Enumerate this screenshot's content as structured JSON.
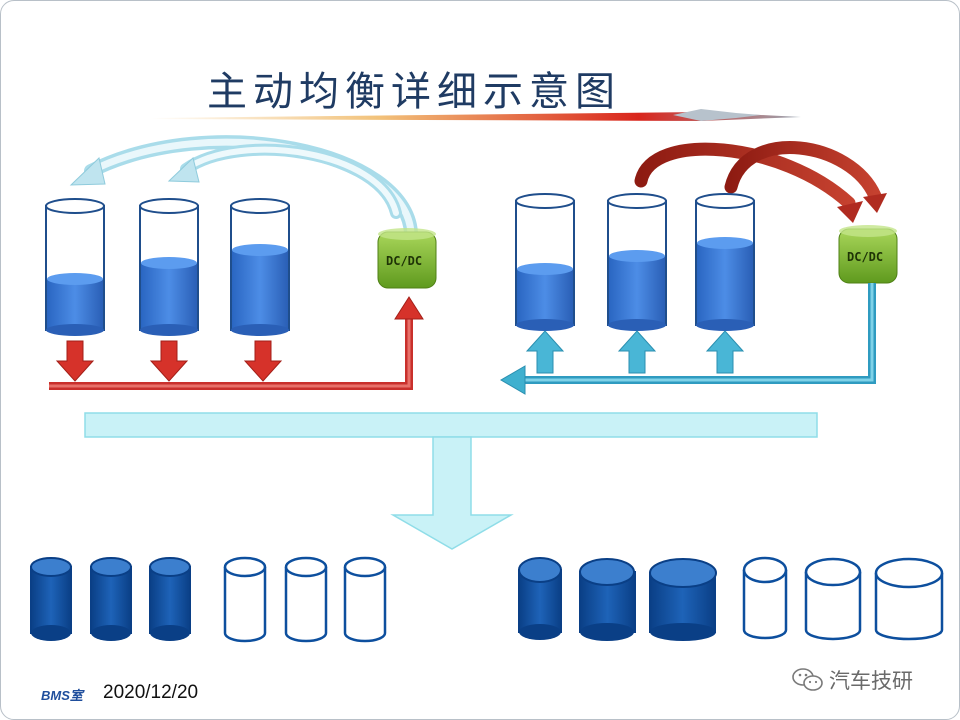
{
  "title": "主动均衡详细示意图",
  "left_converter": {
    "label": "DC/DC"
  },
  "right_converter": {
    "label": "DC/DC"
  },
  "left_cells": {
    "fill_levels": [
      0.4,
      0.55,
      0.65
    ]
  },
  "right_cells": {
    "fill_levels": [
      0.45,
      0.55,
      0.65
    ]
  },
  "bottom_left_cells": {
    "filled": [
      true,
      true,
      true,
      false,
      false,
      false
    ]
  },
  "bottom_right_cells": {
    "filled": [
      true,
      true,
      true,
      false,
      false,
      false
    ]
  },
  "footer": {
    "lab": "BMS室",
    "date": "2020/12/20"
  },
  "watermark": {
    "icon": "wechat-icon",
    "text": "汽车技研"
  },
  "colors": {
    "cell_fill": "#2f6fcf",
    "dark_cell": "#0d4f9e",
    "red_arrow": "#c0392b",
    "cyan_arrow": "#3fb0cf",
    "dcdc": "#7fb82e",
    "bar": "#c8f2f7"
  }
}
